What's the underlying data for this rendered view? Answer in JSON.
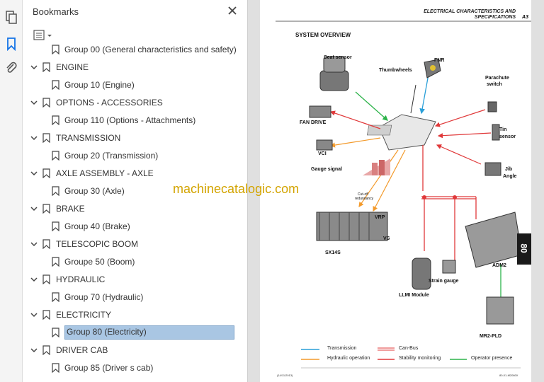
{
  "panel": {
    "title": "Bookmarks"
  },
  "bookmarks": [
    {
      "label": "Group 00 (General characteristics and safety)",
      "level": 1
    },
    {
      "label": "ENGINE",
      "level": 0
    },
    {
      "label": "Group 10 (Engine)",
      "level": 1
    },
    {
      "label": "OPTIONS - ACCESSORIES",
      "level": 0
    },
    {
      "label": "Group 110 (Options - Attachments)",
      "level": 1
    },
    {
      "label": "TRANSMISSION",
      "level": 0
    },
    {
      "label": "Group 20 (Transmission)",
      "level": 1
    },
    {
      "label": "AXLE ASSEMBLY - AXLE",
      "level": 0
    },
    {
      "label": "Group 30 (Axle)",
      "level": 1
    },
    {
      "label": "BRAKE",
      "level": 0
    },
    {
      "label": "Group 40 (Brake)",
      "level": 1
    },
    {
      "label": "TELESCOPIC BOOM",
      "level": 0
    },
    {
      "label": "Groupe 50 (Boom)",
      "level": 1
    },
    {
      "label": "HYDRAULIC",
      "level": 0
    },
    {
      "label": "Group 70 (Hydraulic)",
      "level": 1
    },
    {
      "label": "ELECTRICITY",
      "level": 0
    },
    {
      "label": "Group 80 (Electricity)",
      "level": 1,
      "selected": true
    },
    {
      "label": "DRIVER CAB",
      "level": 0
    },
    {
      "label": "Group 85 (Driver s cab)",
      "level": 1
    }
  ],
  "doc": {
    "header_line1": "ELECTRICAL CHARACTERISTICS AND",
    "header_line2": "SPECIFICATIONS",
    "page_code": "A3",
    "section_title": "SYSTEM OVERVIEW",
    "side_tab": "80",
    "labels": {
      "seat_sensor": "Seat sensor",
      "fnr": "FNR",
      "thumbwheels": "Thumbwheels",
      "parachute": "Parachute",
      "switch": "switch",
      "fan_drive": "FAN DRIVE",
      "tin": "Tin",
      "sensor": "sensor",
      "vci": "VCI",
      "gauge_signal": "Gauge signal",
      "jib": "Jib",
      "angle": "Angle",
      "cutoff": "Cut-off",
      "redundancy": "redundancy",
      "vrp": "VRP",
      "vs": "VS",
      "sx14s": "SX14S",
      "adm2": "ADM2",
      "strain_gauge": "Strain gauge",
      "llmi_module": "LLMI Module",
      "mr2_pld": "MR2-PLD"
    },
    "legend": {
      "transmission": "Transmission",
      "canbus": "Can-Bus",
      "hydraulic": "Hydraulic operation",
      "stability": "Stability monitoring",
      "operator": "Operator presence"
    },
    "footer_left": "(14/11/2013)",
    "footer_right": "80-01-M2080X"
  },
  "watermark": "machinecatalogic.com",
  "colors": {
    "transmission": "#2a9fd8",
    "canbus": "#e0393a",
    "hydraulic": "#f39a2b",
    "stability": "#e0393a",
    "operator": "#2db34a",
    "watermark": "#d3a400",
    "selection": "#a9c6e3"
  }
}
